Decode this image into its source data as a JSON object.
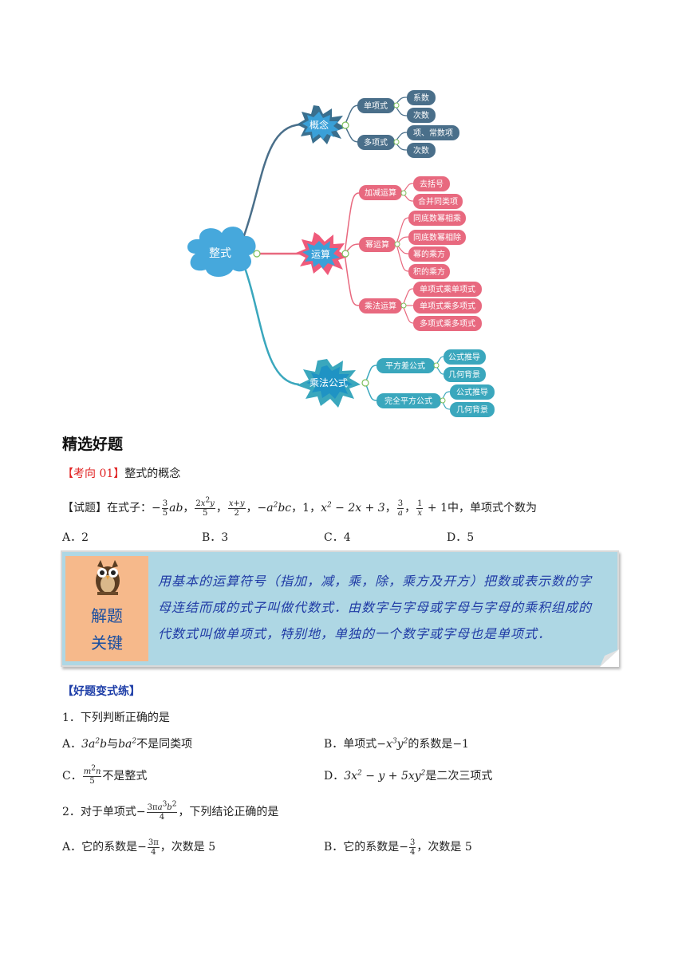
{
  "mindmap": {
    "root": "整式",
    "branches": [
      {
        "label": "概念",
        "children": [
          {
            "label": "单项式",
            "items": [
              "系数",
              "次数"
            ]
          },
          {
            "label": "多项式",
            "items": [
              "项、常数项",
              "次数"
            ]
          }
        ]
      },
      {
        "label": "运算",
        "children": [
          {
            "label": "加减运算",
            "items": [
              "去括号",
              "合并同类项"
            ]
          },
          {
            "label": "幂运算",
            "items": [
              "同底数幂相乘",
              "同底数幂相除",
              "幂的乘方",
              "积的乘方"
            ]
          },
          {
            "label": "乘法运算",
            "items": [
              "单项式乘单项式",
              "单项式乘多项式",
              "多项式乘多项式"
            ]
          }
        ]
      },
      {
        "label": "乘法公式",
        "children": [
          {
            "label": "平方差公式",
            "items": [
              "公式推导",
              "几何背景"
            ]
          },
          {
            "label": "完全平方公式",
            "items": [
              "公式推导",
              "几何背景"
            ]
          }
        ]
      }
    ],
    "colors": {
      "concept": "#4a6f8a",
      "operation": "#e8697f",
      "formula": "#3aa7bd",
      "root": "#46a8dc"
    }
  },
  "section_title": "精选好题",
  "kaoxiang": {
    "tag": "【考向 01】",
    "title": "整式的概念"
  },
  "question": {
    "tag": "【试题】",
    "prefix": "在式子：",
    "suffix": "中，单项式个数为",
    "options": [
      "A．2",
      "B．3",
      "C．4",
      "D．5"
    ]
  },
  "key": {
    "label_line1": "解题",
    "label_line2": "关键",
    "lines": [
      "用基本的运算符号（指加，减，乘，除，乘方及开方）把数或表示数的字",
      "母连结而成的式子叫做代数式．由数字与字母或字母与字母的乘积组成的",
      "代数式叫做单项式，特别地，单独的一个数字或字母也是单项式．"
    ]
  },
  "practice": {
    "tag": "【好题变式练】",
    "q1": {
      "stem": "1．下列判断正确的是",
      "A_pre": "A．",
      "A_mid": "与",
      "A_post": "不是同类项",
      "B_pre": "B．单项式",
      "B_post": "的系数是−1",
      "C_pre": "C．",
      "C_post": "不是整式",
      "D_pre": "D．",
      "D_post": "是二次三项式"
    },
    "q2": {
      "stem_pre": "2．对于单项式",
      "stem_post": "，下列结论正确的是",
      "A_pre": "A．它的系数是",
      "A_post": "，次数是 5",
      "B_pre": "B．它的系数是",
      "B_post": "，次数是 5"
    }
  }
}
